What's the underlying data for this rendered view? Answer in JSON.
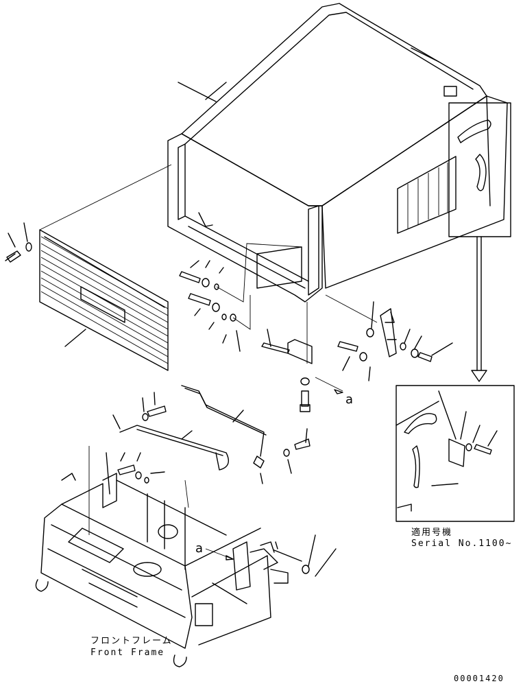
{
  "labels": {
    "front_frame_jp": "フロントフレーム",
    "front_frame_en": "Front Frame",
    "applicable_jp": "適用号機",
    "serial": "Serial No.1100~",
    "figure_number": "00001420",
    "callout_a_upper": "a",
    "callout_a_lower": "a"
  }
}
